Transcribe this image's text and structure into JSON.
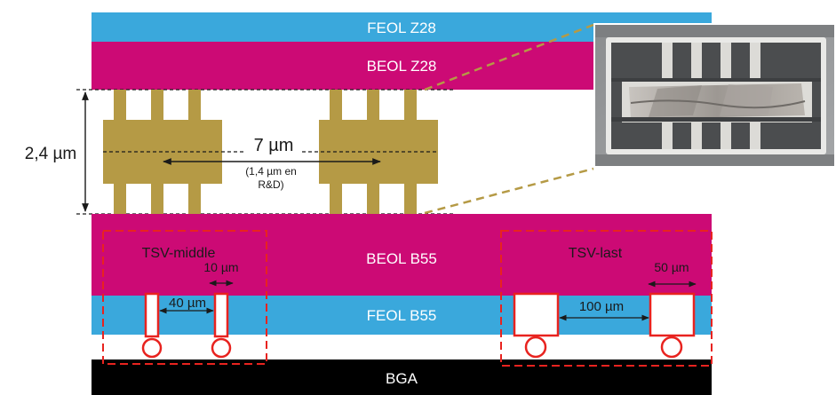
{
  "layers": {
    "feol_z28": "FEOL Z28",
    "beol_z28": "BEOL Z28",
    "beol_b55": "BEOL B55",
    "feol_b55": "FEOL B55",
    "bga": "BGA"
  },
  "dimensions": {
    "height": "2,4 µm",
    "pitch": "7 µm",
    "pitch_note_1": "(1,4 µm en",
    "pitch_note_2": "R&D)"
  },
  "tsv_middle": {
    "title": "TSV-middle",
    "width": "10 µm",
    "spacing": "40 µm"
  },
  "tsv_last": {
    "title": "TSV-last",
    "width": "50 µm",
    "spacing": "100 µm"
  },
  "colors": {
    "feol": "#3aa8dc",
    "beol": "#cc0a75",
    "bond_pad": "#b59a45",
    "bga": "#000000",
    "tsv_outline": "#e8231f",
    "leader_line": "#b59a45"
  },
  "icons": {
    "micrograph": "sem-cross-section-image"
  }
}
